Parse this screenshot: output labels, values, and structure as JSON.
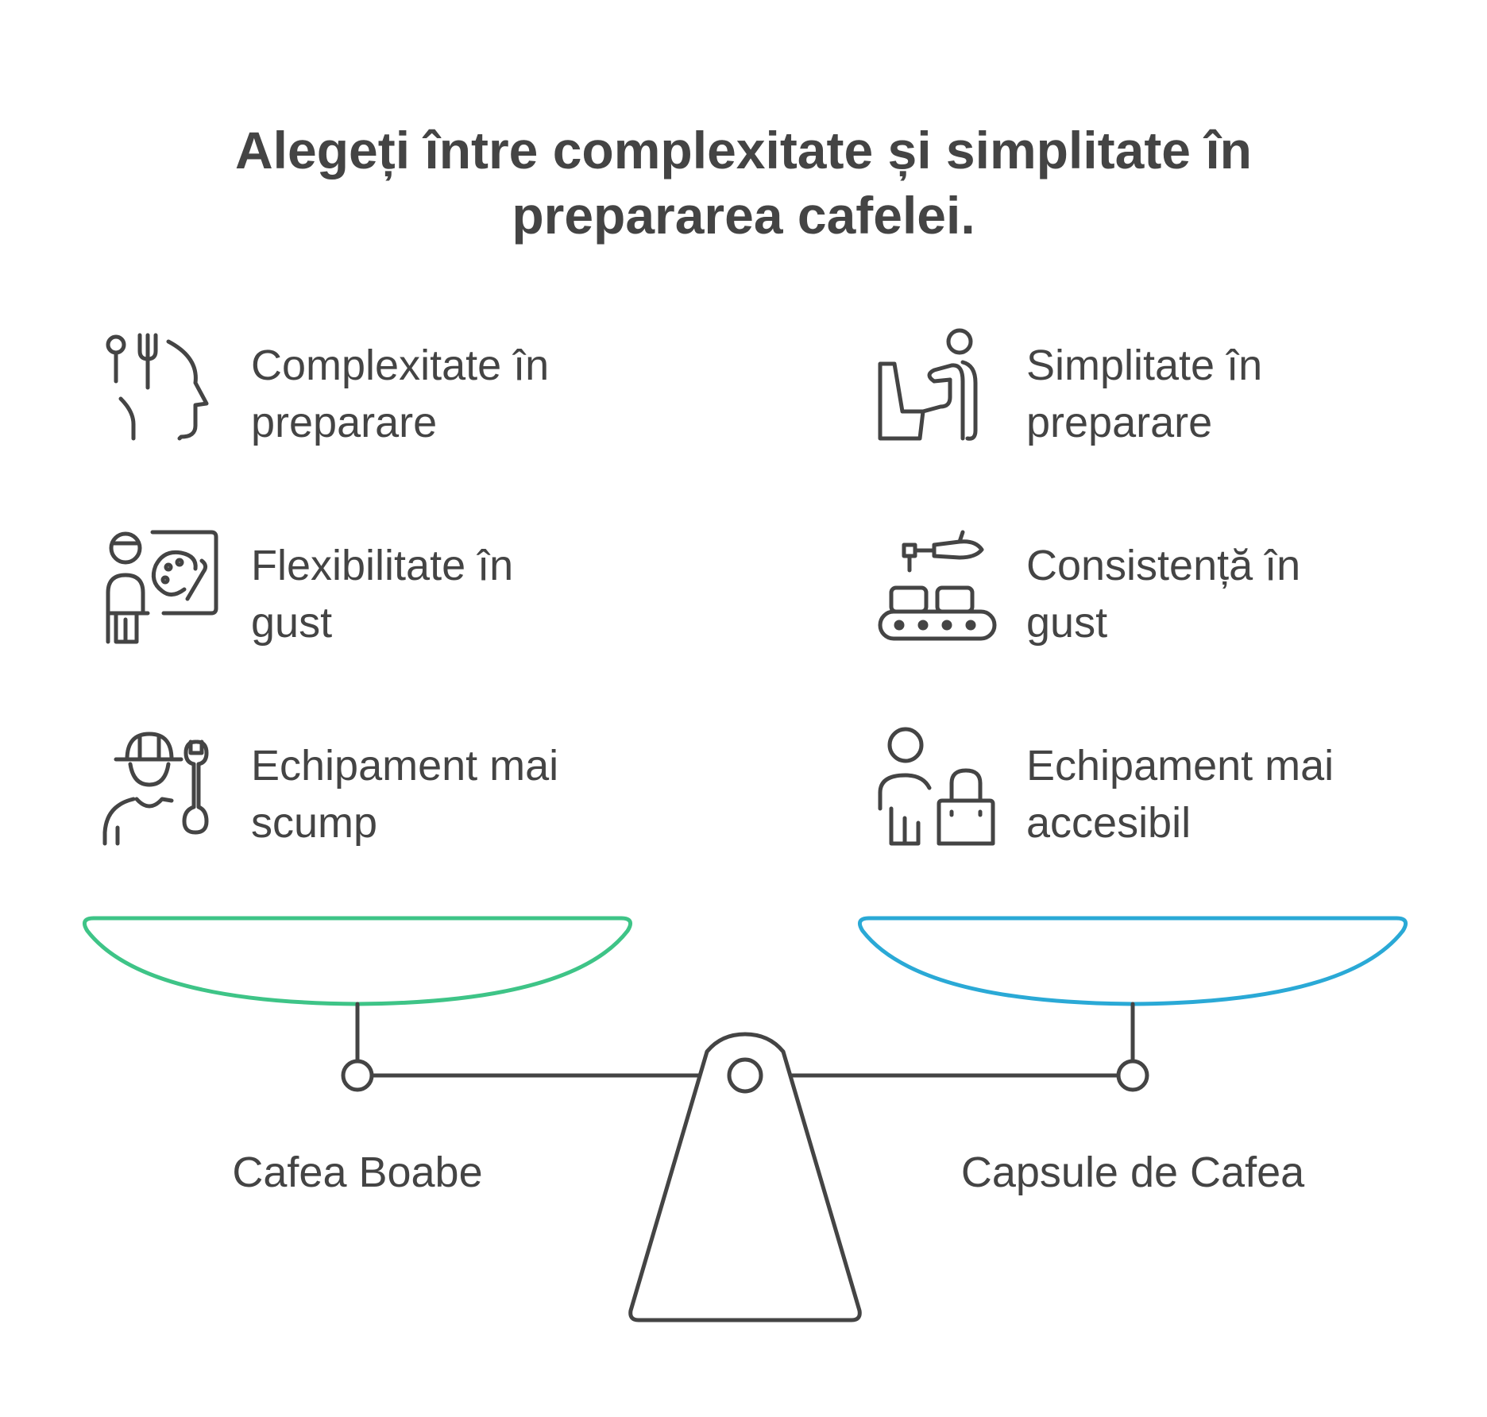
{
  "title": {
    "line1": "Alegeți între complexitate și simplitate în",
    "line2": "prepararea cafelei."
  },
  "left": {
    "label": "Cafea Boabe",
    "color": "#3EC487",
    "items": [
      {
        "icon": "person-with-utensils-icon",
        "line1": "Complexitate în",
        "line2": "preparare"
      },
      {
        "icon": "painter-with-palette-icon",
        "line1": "Flexibilitate în",
        "line2": "gust"
      },
      {
        "icon": "worker-with-wrench-icon",
        "line1": "Echipament mai",
        "line2": "scump"
      }
    ]
  },
  "right": {
    "label": "Capsule de Cafea",
    "color": "#2AA9D6",
    "items": [
      {
        "icon": "person-at-machine-icon",
        "line1": "Simplitate în",
        "line2": "preparare"
      },
      {
        "icon": "conveyor-belt-icon",
        "line1": "Consistență în",
        "line2": "gust"
      },
      {
        "icon": "person-with-shopping-bag-icon",
        "line1": "Echipament mai",
        "line2": "accesibil"
      }
    ]
  }
}
